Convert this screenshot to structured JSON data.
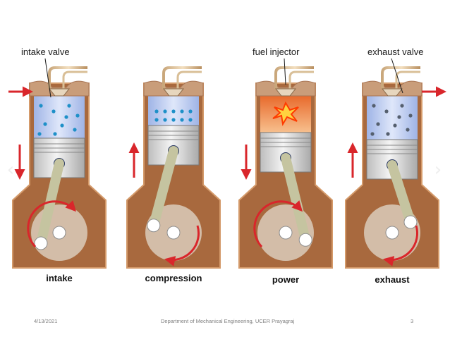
{
  "callouts": {
    "intake_valve": "intake valve",
    "fuel_injector": "fuel injector",
    "exhaust_valve": "exhaust valve"
  },
  "strokes": [
    {
      "label": "intake",
      "piston": "down"
    },
    {
      "label": "compression",
      "piston": "up"
    },
    {
      "label": "power",
      "piston": "down"
    },
    {
      "label": "exhaust",
      "piston": "up"
    }
  ],
  "footer": {
    "date": "4/13/2021",
    "department": "Department of Mechanical Engineering, UCER Prayagraj",
    "page_number": "3"
  },
  "colors": {
    "crankcase": "#a8693e",
    "crankcase_outline": "#d49a6a",
    "cylinder_wall": "#d8d2cc",
    "intake_charge": "#b9c9ee",
    "piston": "#dcdcdc",
    "connecting_rod": "#c5c4a0",
    "flow_arrow": "#d9262b",
    "fuel_droplet": "#1e90c8",
    "exhaust_droplet": "#555f6e",
    "combustion": "#f2a65e",
    "spark": "#ff3b00"
  },
  "icons": {
    "nav_prev": "chevron-left-icon",
    "nav_next": "chevron-right-icon"
  }
}
